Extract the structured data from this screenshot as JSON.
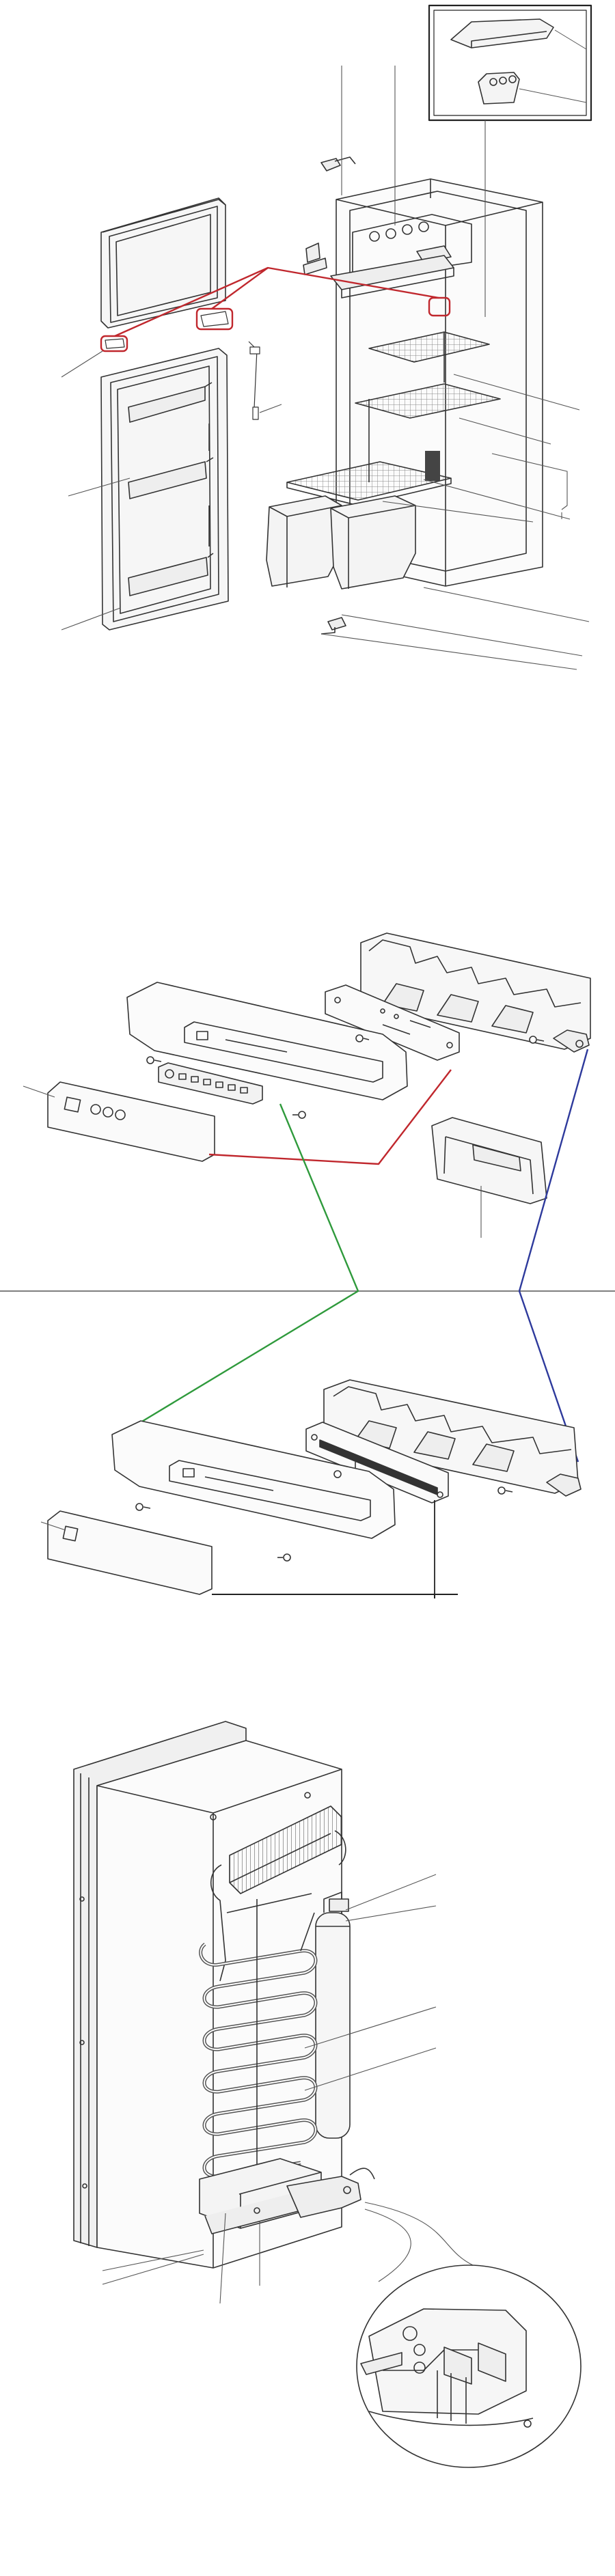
{
  "document": {
    "type": "exploded-parts-diagram",
    "views": [
      {
        "id": "view-refrigerator-exploded",
        "callout_lines": 16
      },
      {
        "id": "view-control-panel-variant-a",
        "callout_lines": 2
      },
      {
        "id": "view-control-panel-variant-b",
        "callout_lines": 2
      },
      {
        "id": "view-cooling-unit-rear",
        "callout_lines": 6
      }
    ],
    "connector_colors": {
      "red": "#c0272d",
      "green": "#2f9a3c",
      "blue": "#2e3a9c",
      "line": "#333333",
      "thin": "#555555"
    },
    "icons": [
      "door-hinge-icon",
      "shelf-icon",
      "crisper-drawer-icon",
      "control-panel-icon",
      "cooling-coil-icon",
      "magnifier-detail-icon"
    ]
  }
}
